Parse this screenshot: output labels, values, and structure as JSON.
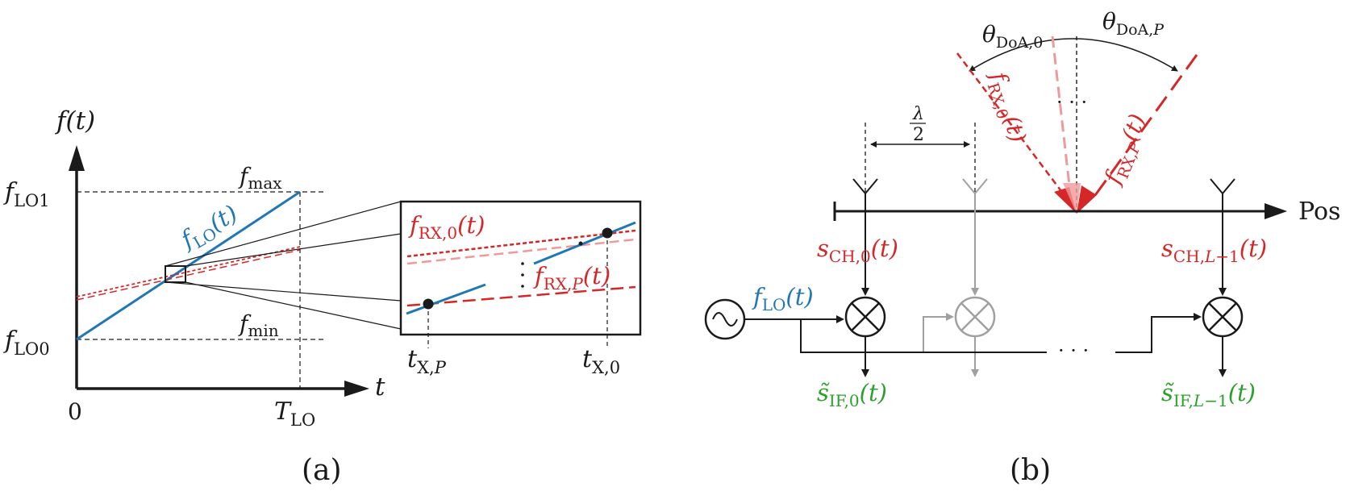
{
  "panel_a": {
    "caption": "(a)",
    "y_axis_label": "f(t)",
    "x_axis_label": "t",
    "origin_label": "0",
    "f_LO1": "f",
    "f_LO1_sub": "LO1",
    "f_LO0": "f",
    "f_LO0_sub": "LO0",
    "f_max": "f",
    "f_max_sub": "max",
    "f_min": "f",
    "f_min_sub": "min",
    "T_LO": "T",
    "T_LO_sub": "LO",
    "lo_label": "f",
    "lo_label_sub": "LO",
    "lo_label_arg": "(t)",
    "zoom": {
      "rx0": "f",
      "rx0_sub": "RX,0",
      "rx0_arg": "(t)",
      "rxP": "f",
      "rxP_sub": "RX,",
      "rxP_sub2": "P",
      "rxP_arg": "(t)",
      "txP": "t",
      "txP_sub": "X,",
      "txP_sub2": "P",
      "tx0": "t",
      "tx0_sub": "X,0"
    }
  },
  "panel_b": {
    "caption": "(b)",
    "pos_label": "Pos",
    "half_lambda_num": "λ",
    "half_lambda_den": "2",
    "theta0": "θ",
    "theta0_sub": "DoA,0",
    "thetaP": "θ",
    "thetaP_sub": "DoA,",
    "thetaP_sub2": "P",
    "rx0": "f",
    "rx0_sub": "RX,0",
    "rx0_arg": "(t)",
    "rxP": "f",
    "rxP_sub": "RX,",
    "rxP_sub2": "P",
    "rxP_arg": "(t)",
    "dots_top": "· · ·",
    "dots_bottom": "· · ·",
    "lo": "f",
    "lo_sub": "LO",
    "lo_arg": "(t)",
    "sch0": "s",
    "sch0_sub": "CH,0",
    "sch0_arg": "(t)",
    "schL": "s",
    "schL_sub": "CH,",
    "schL_sub2": "L",
    "schL_sub3": "−1",
    "schL_arg": "(t)",
    "sif0": "s̃",
    "sif0_sub": "IF,0",
    "sif0_arg": "(t)",
    "sifL": "s̃",
    "sifL_sub": "IF,",
    "sifL_sub2": "L",
    "sifL_sub3": "−1",
    "sifL_arg": "(t)"
  },
  "colors": {
    "lo": "#1f77b4",
    "rx": "#d62728",
    "rx_light": "#ef9a9a",
    "if": "#2ca02c",
    "inactive": "#a0a0a0",
    "ink": "#1a1a1a"
  }
}
